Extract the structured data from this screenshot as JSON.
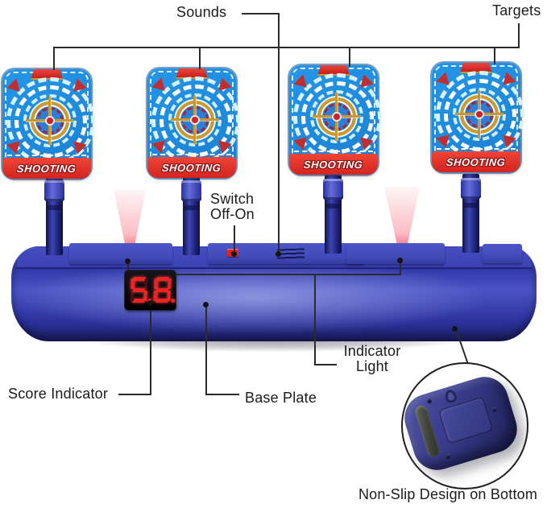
{
  "annotations": {
    "sounds": "Sounds",
    "targets": "Targets",
    "switch_line1": "Switch",
    "switch_line2": "Off-On",
    "indicator_line1": "Indicator",
    "indicator_line2": "Light",
    "score_indicator": "Score Indicator",
    "base_plate": "Base Plate",
    "non_slip": "Non-Slip Design on Bottom"
  },
  "device": {
    "target_label": "SHOOTING",
    "target_count": 4,
    "score_display": {
      "value": "5.8.",
      "digits": [
        {
          "char": "5",
          "dp": true
        },
        {
          "char": "8",
          "dp": true
        }
      ]
    }
  },
  "colors": {
    "target_blue": "#1f8fdf",
    "banner_red": "#e23228",
    "bullseye_gold": "#cd9a2e",
    "base_blue": "#333aa8",
    "pole_navy": "#1c2170",
    "beam_red": "#e62d3e",
    "display_digit_red": "#ef2222",
    "switch_red": "#e01f1f",
    "annotation_text": "#1b1b1b"
  }
}
